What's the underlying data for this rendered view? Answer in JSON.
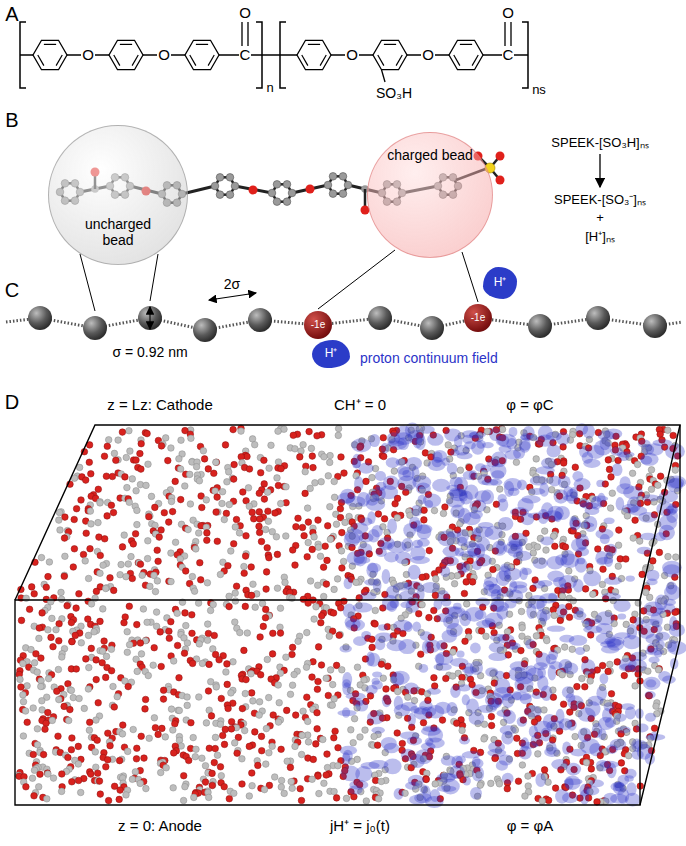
{
  "diagram": {
    "nodes": [
      {
        "text": [
          "uncharged bead"
        ]
      },
      {
        "text": [
          "charged bead"
        ]
      },
      {
        "text": [
          "-1e"
        ]
      },
      {
        "text": [
          "H⁺"
        ]
      },
      {
        "text": [
          "-1e"
        ]
      },
      {
        "text": [
          "H⁺"
        ]
      }
    ],
    "labels": [
      "A",
      "O",
      "O",
      "C",
      "O",
      "n",
      "O",
      "O",
      "C",
      "O",
      "SO₃H",
      "ns",
      "B",
      "SPEEK-[SO₃H]ₙₛ",
      "SPEEK-[SO₃⁻]ₙₛ",
      "+",
      "[H⁺]ₙₛ",
      "C",
      "2σ",
      "σ = 0.92 nm",
      "proton continuum field",
      "D",
      "z = Lz: Cathode",
      "CH⁺ = 0",
      "φ = φC",
      "z = 0: Anode",
      "jH⁺ = j₀(t)",
      "φ = φA"
    ]
  }
}
